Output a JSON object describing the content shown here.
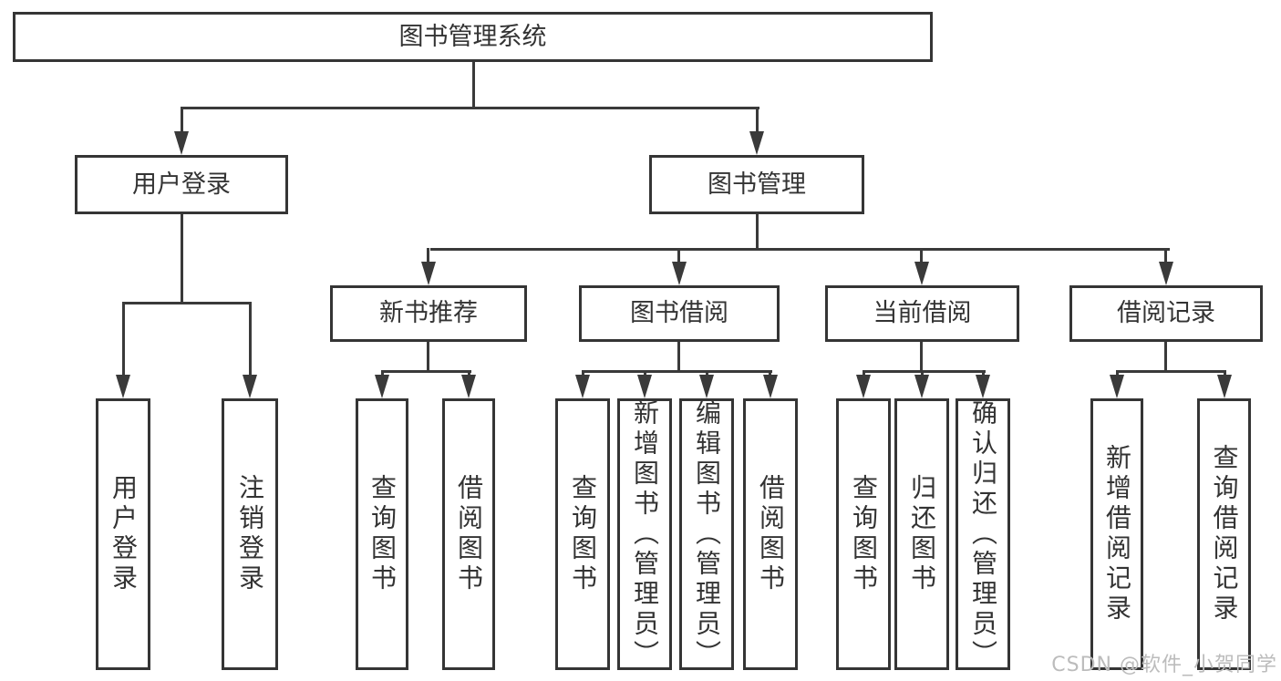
{
  "colors": {
    "line": "#3a3a3a",
    "box_border": "#353535",
    "text": "#333333",
    "watermark": "#bcbcbc",
    "background": "#ffffff"
  },
  "diagram": {
    "root": "图书管理系统",
    "level2": {
      "user_login": "用户登录",
      "book_mgmt": "图书管理"
    },
    "level3": {
      "new_books": "新书推荐",
      "book_borrow": "图书借阅",
      "current_borrow": "当前借阅",
      "borrow_records": "借阅记录"
    },
    "leaves": {
      "user_login": "用户登录",
      "logout": "注销登录",
      "query_books_1": "查询图书",
      "borrow_books_1": "借阅图书",
      "query_books_2": "查询图书",
      "add_book": "新增图书（管理员）",
      "edit_book": "编辑图书（管理员）",
      "borrow_books_2": "借阅图书",
      "query_books_3": "查询图书",
      "return_book": "归还图书",
      "confirm_return": "确认归还（管理员）",
      "add_borrow_record": "新增借阅记录",
      "query_borrow_record": "查询借阅记录"
    }
  },
  "watermark": "CSDN @软件_小贺同学"
}
